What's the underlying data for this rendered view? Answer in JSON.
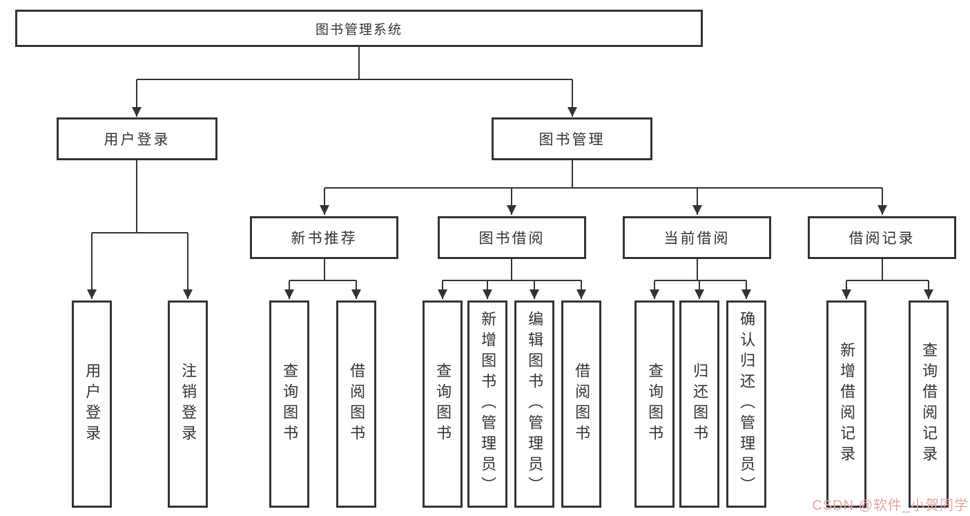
{
  "diagram": {
    "root": {
      "label": "图书管理系统"
    },
    "branches": [
      {
        "label": "用户登录",
        "children": [
          {
            "label": "用户登录"
          },
          {
            "label": "注销登录"
          }
        ]
      },
      {
        "label": "图书管理",
        "children": [
          {
            "label": "新书推荐",
            "children": [
              {
                "label": "查询图书"
              },
              {
                "label": "借阅图书"
              }
            ]
          },
          {
            "label": "图书借阅",
            "children": [
              {
                "label": "查询图书"
              },
              {
                "label": "新增图书（管理员）"
              },
              {
                "label": "编辑图书（管理员）"
              },
              {
                "label": "借阅图书"
              }
            ]
          },
          {
            "label": "当前借阅",
            "children": [
              {
                "label": "查询图书"
              },
              {
                "label": "归还图书"
              },
              {
                "label": "确认归还（管理员）"
              }
            ]
          },
          {
            "label": "借阅记录",
            "children": [
              {
                "label": "新增借阅记录"
              },
              {
                "label": "查询借阅记录"
              }
            ]
          }
        ]
      }
    ]
  },
  "watermark": {
    "text": "CSDN @软件_小贺同学",
    "color": "#e2a8a3"
  },
  "colors": {
    "line-color": "#333333",
    "text-color": "#333333",
    "bg-color": "#ffffff"
  }
}
